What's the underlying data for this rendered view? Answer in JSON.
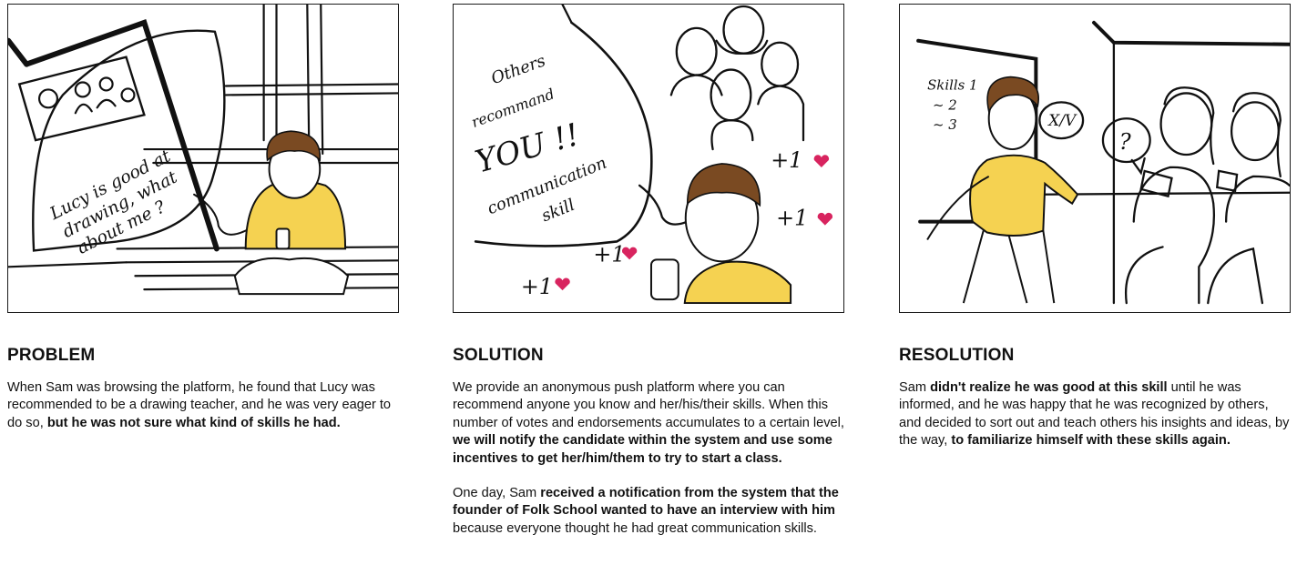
{
  "panels": [
    {
      "id": "problem",
      "sketch_text": [
        "Lucy is good at",
        "drawing, what",
        "about me ?"
      ],
      "heading": "PROBLEM",
      "paragraphs": [
        [
          {
            "t": "When Sam was browsing the platform, he found that Lucy was recommended to be a drawing teacher, and he was very eager to do so, ",
            "b": false
          },
          {
            "t": "but he was not sure what kind of skills he had.",
            "b": true
          }
        ]
      ]
    },
    {
      "id": "solution",
      "sketch_text": [
        "Others",
        "recommand",
        "YOU !!",
        "communication",
        "skill",
        "+1",
        "+1",
        "+1",
        "+1"
      ],
      "heading": "SOLUTION",
      "paragraphs": [
        [
          {
            "t": "We provide an anonymous push platform where you can recommend anyone you know and her/his/their skills. When this number of votes and endorsements accumulates to a certain level, ",
            "b": false
          },
          {
            "t": "we will notify the candidate within the system and use some incentives to get her/him/them to try to start a class.",
            "b": true
          }
        ],
        [
          {
            "t": "One day, Sam ",
            "b": false
          },
          {
            "t": "received a notification from the system that the founder of Folk School wanted to have an interview with him",
            "b": true
          },
          {
            "t": " because everyone thought he had great communication skills.",
            "b": false
          }
        ]
      ]
    },
    {
      "id": "resolution",
      "sketch_text": [
        "Skills 1",
        "~ 2",
        "~ 3",
        "X/V",
        "?"
      ],
      "heading": "RESOLUTION",
      "paragraphs": [
        [
          {
            "t": "Sam ",
            "b": false
          },
          {
            "t": "didn't realize he was good at this skill",
            "b": true
          },
          {
            "t": " until he was informed, and he was happy that he was recognized by others, and decided to sort out and teach others his insights and ideas, by the way, ",
            "b": false
          },
          {
            "t": "to familiarize himself with these skills again.",
            "b": true
          }
        ]
      ]
    }
  ],
  "colors": {
    "accent_yellow": "#f5d251",
    "hair_brown": "#7a4a22",
    "heart_pink": "#d8245f",
    "ink": "#111111"
  }
}
